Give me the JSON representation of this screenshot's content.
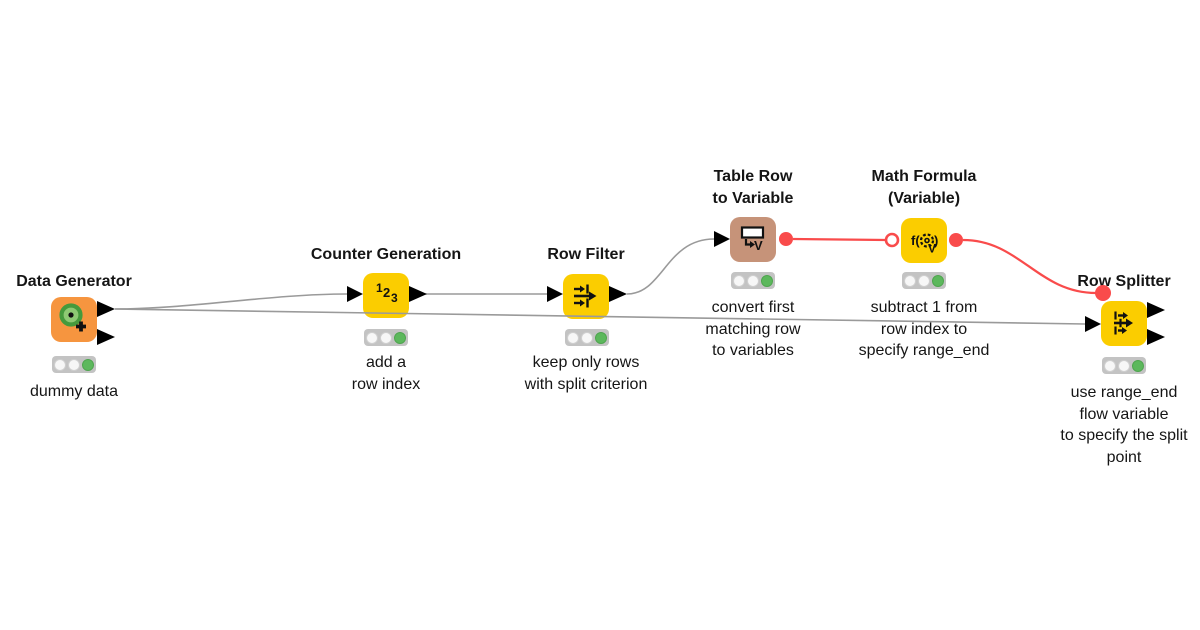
{
  "workflow": {
    "nodes": [
      {
        "name": "Data Generator",
        "annotation": "dummy data",
        "icon": "target-plus-icon",
        "category_color": "#F6953F",
        "status": "executed"
      },
      {
        "name": "Counter Generation",
        "annotation": "add a\nrow index",
        "icon": "numbers-123-icon",
        "category_color": "#FBCD00",
        "status": "executed"
      },
      {
        "name": "Row Filter",
        "annotation": "keep only rows\nwith split criterion",
        "icon": "row-filter-arrows-icon",
        "category_color": "#FBCD00",
        "status": "executed"
      },
      {
        "name": "Table Row\nto Variable",
        "annotation": "convert first\nmatching row\nto variables",
        "icon": "table-to-variable-icon",
        "category_color": "#C69379",
        "status": "executed"
      },
      {
        "name": "Math Formula\n(Variable)",
        "annotation": "subtract 1 from\nrow index to\nspecify range_end",
        "icon": "fx-gear-icon",
        "category_color": "#FBCD00",
        "status": "executed"
      },
      {
        "name": "Row Splitter",
        "annotation": "use range_end\nflow variable\nto specify the split\npoint",
        "icon": "row-splitter-arrows-icon",
        "category_color": "#FBCD00",
        "status": "executed"
      }
    ],
    "connections": [
      {
        "from": "Data Generator",
        "to": "Counter Generation",
        "type": "data"
      },
      {
        "from": "Data Generator",
        "to": "Row Splitter",
        "type": "data"
      },
      {
        "from": "Counter Generation",
        "to": "Row Filter",
        "type": "data"
      },
      {
        "from": "Row Filter",
        "to": "Table Row to Variable",
        "type": "data"
      },
      {
        "from": "Table Row to Variable",
        "to": "Math Formula (Variable)",
        "type": "flow-variable"
      },
      {
        "from": "Math Formula (Variable)",
        "to": "Row Splitter",
        "type": "flow-variable"
      }
    ],
    "colors": {
      "data_connection": "#9A9A9A",
      "flow_variable_connection": "#F94B4B",
      "data_port": "#000000",
      "traffic_light_bg": "#C3C3C3",
      "traffic_light_off": "#F7F7F7",
      "traffic_light_green": "#5CB85C"
    }
  }
}
